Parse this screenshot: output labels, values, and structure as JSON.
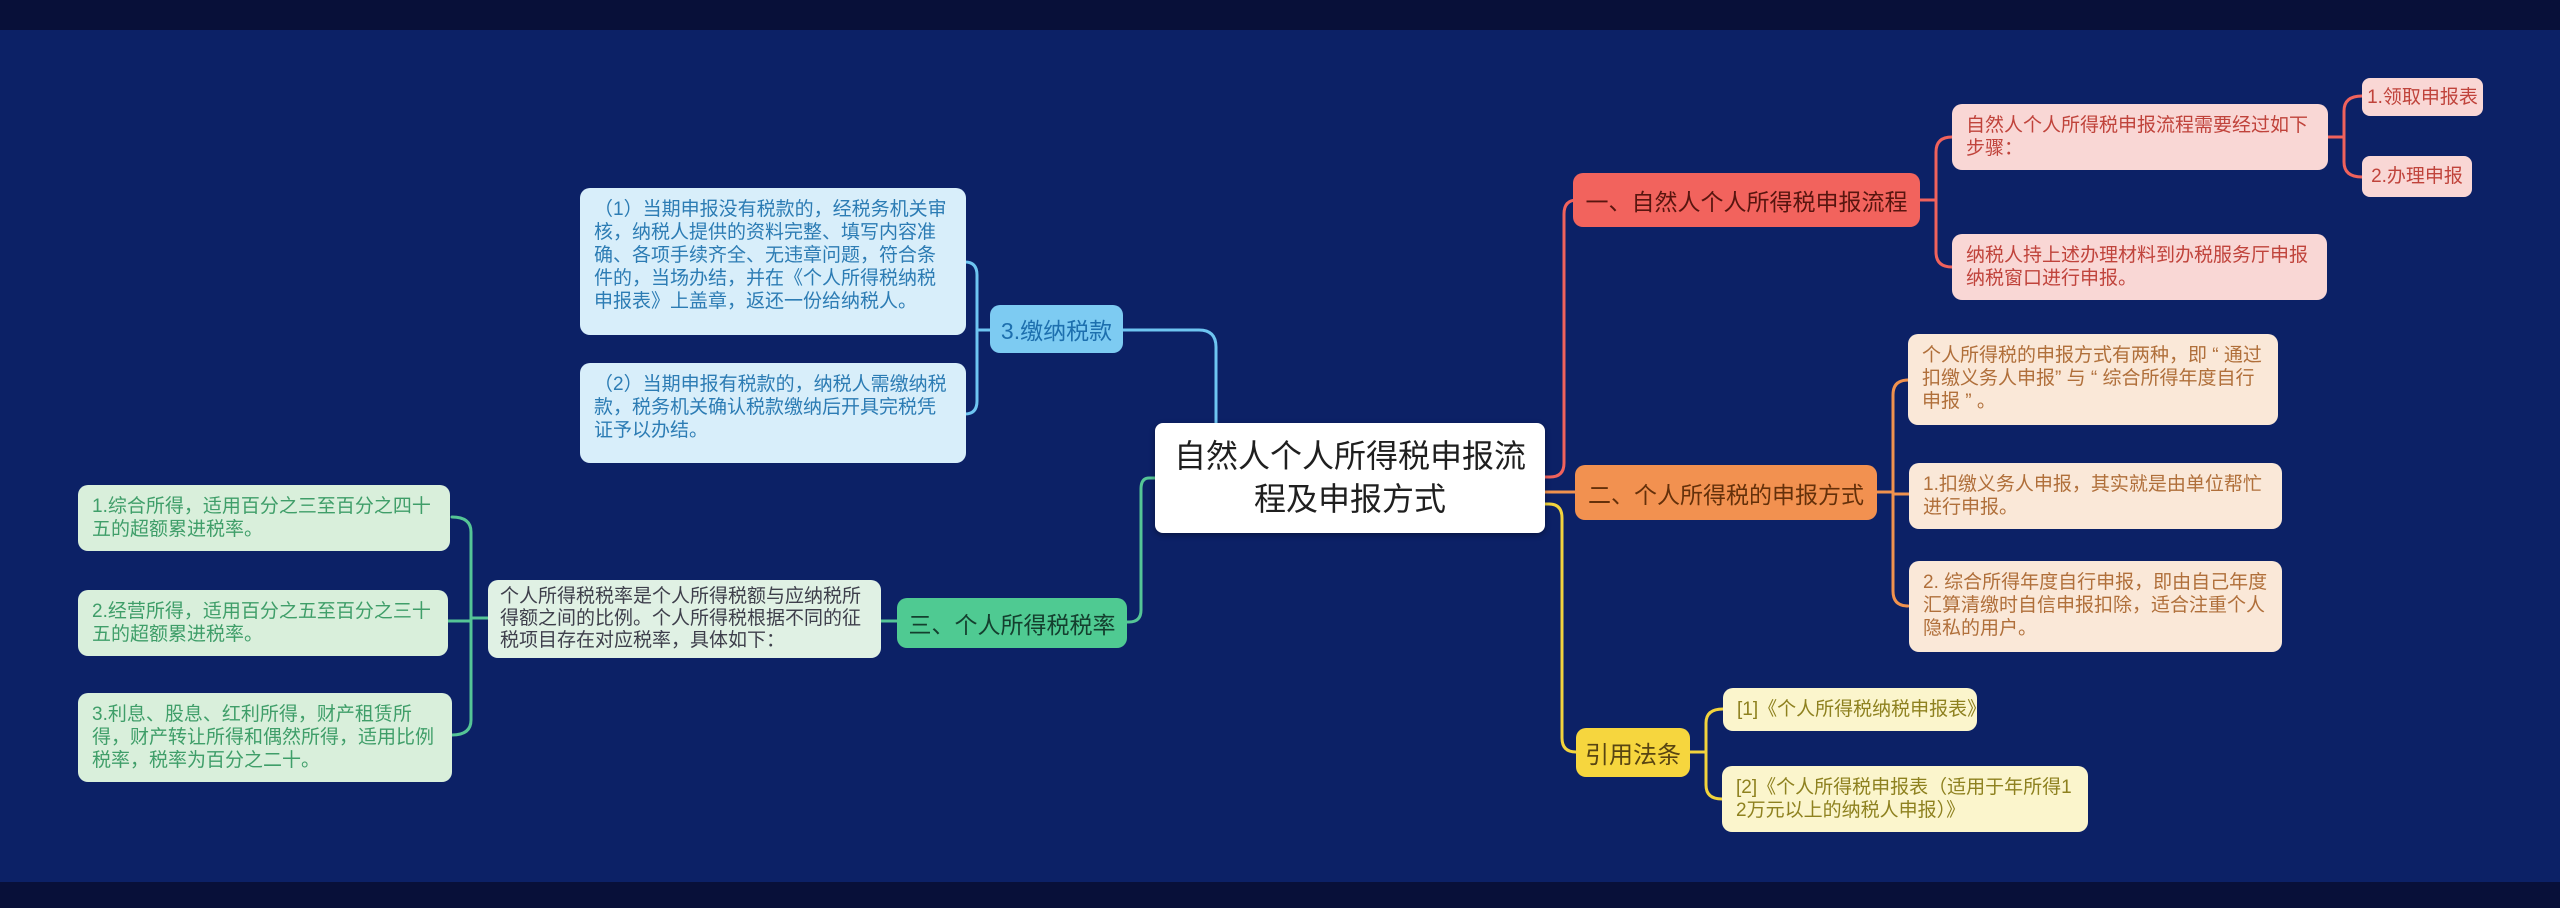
{
  "canvas": {
    "background_color": "#0c2166",
    "band_color": "#081039"
  },
  "root": {
    "label": "自然人个人所得税申报流程及申报方式"
  },
  "branches": {
    "pay": {
      "label": "3.缴纳税款",
      "color": "#7dcbf2",
      "line_color": "#6ec5f1",
      "children": {
        "no_tax": "（1）当期申报没有税款的，经税务机关审核，纳税人提供的资料完整、填写内容准确、各项手续齐全、无违章问题，符合条件的，当场办结，并在《个人所得税纳税申报表》上盖章，返还一份给纳税人。",
        "has_tax": "（2）当期申报有税款的，纳税人需缴纳税款，税务机关确认税款缴纳后开具完税凭证予以办结。"
      }
    },
    "rate": {
      "label": "三、个人所得税税率",
      "color": "#4fca92",
      "line_color": "#55c596",
      "desc": "个人所得税税率是个人所得税额与应纳税所得额之间的比例。个人所得税根据不同的征税项目存在对应税率，具体如下：",
      "children": {
        "comprehensive": "1.综合所得，适用百分之三至百分之四十五的超额累进税率。",
        "business": "2.经营所得，适用百分之五至百分之三十五的超额累进税率。",
        "proportional": "3.利息、股息、红利所得，财产租赁所得，财产转让所得和偶然所得，适用比例税率，税率为百分之二十。"
      }
    },
    "process": {
      "label": "一、自然人个人所得税申报流程",
      "color": "#f2635d",
      "line_color": "#f0625c",
      "children": {
        "steps_intro": "自然人个人所得税申报流程需要经过如下步骤：",
        "step1": "1.领取申报表",
        "step2": "2.办理申报",
        "window": "纳税人持上述办理材料到办税服务厅申报纳税窗口进行申报。"
      }
    },
    "method": {
      "label": "二、个人所得税的申报方式",
      "color": "#f29150",
      "line_color": "#f0924e",
      "children": {
        "desc": "个人所得税的申报方式有两种，即 “ 通过扣缴义务人申报” 与 “ 综合所得年度自行申报 ” 。",
        "withholding": "1.扣缴义务人申报，其实就是由单位帮忙进行申报。",
        "self_declare": "2. 综合所得年度自行申报，即由自己年度汇算清缴时自信申报扣除，适合注重个人隐私的用户。"
      }
    },
    "law": {
      "label": "引用法条",
      "color": "#f6d63e",
      "line_color": "#f1d33d",
      "children": {
        "ref1": "[1]《个人所得税纳税申报表》",
        "ref2": "[2]《个人所得税申报表（适用于年所得12万元以上的纳税人申报）》"
      }
    }
  }
}
